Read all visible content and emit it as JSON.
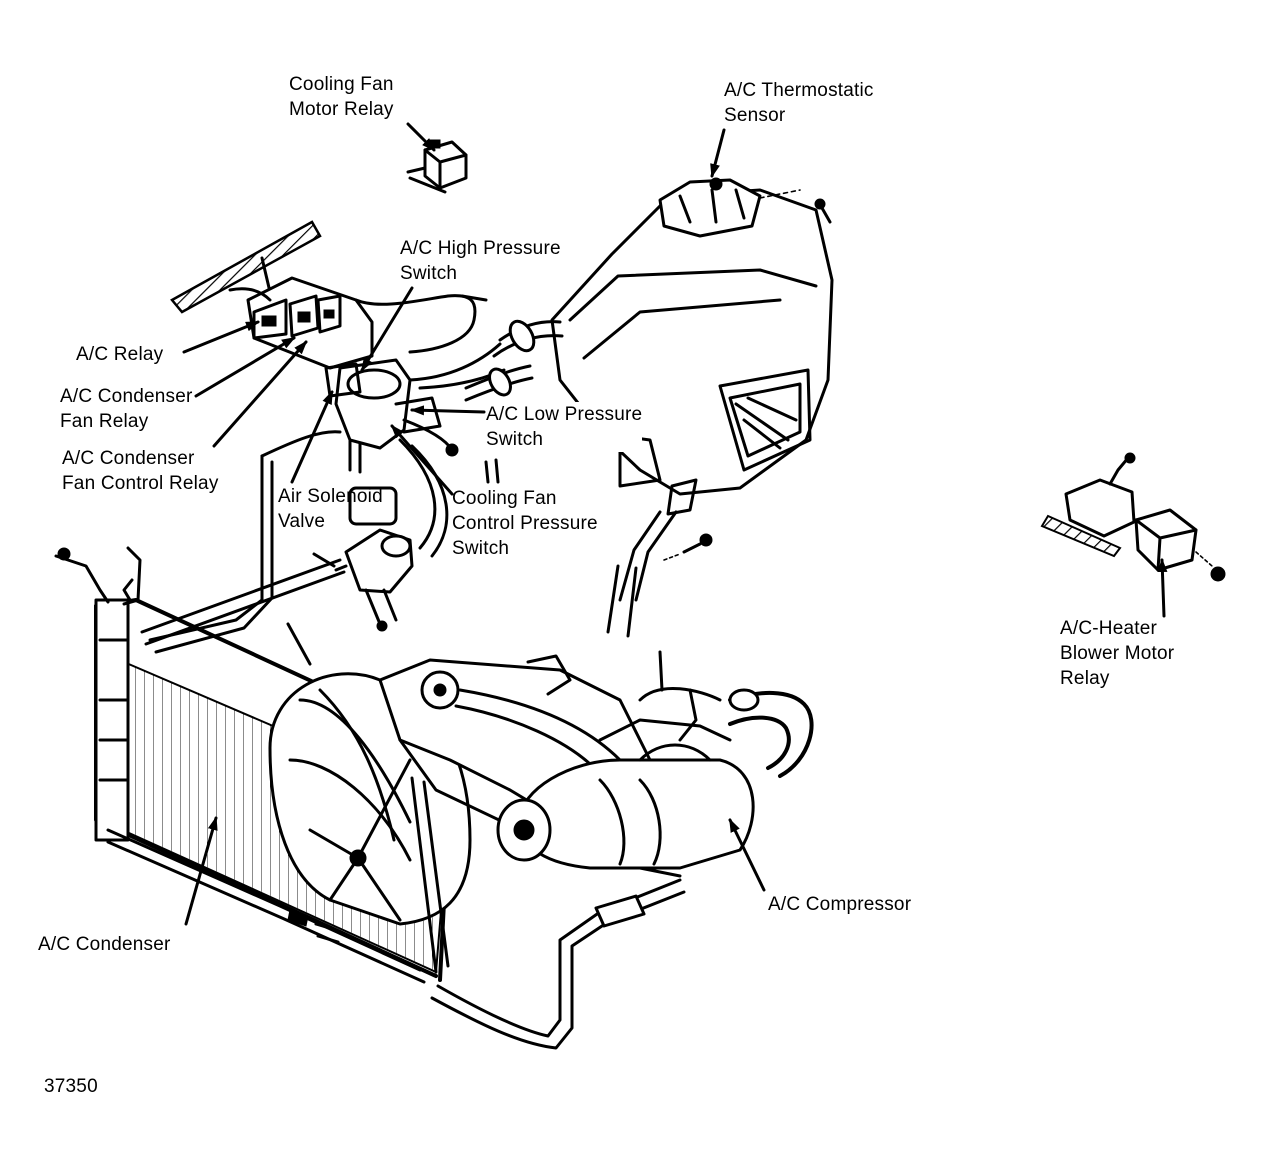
{
  "labels": {
    "cooling_fan_motor_relay": [
      "Cooling Fan",
      "Motor Relay"
    ],
    "ac_thermostatic_sensor": [
      "A/C Thermostatic",
      "Sensor"
    ],
    "ac_high_pressure_switch": [
      "A/C High Pressure",
      "Switch"
    ],
    "ac_relay": [
      "A/C Relay"
    ],
    "ac_condenser_fan_relay": [
      "A/C Condenser",
      "Fan Relay"
    ],
    "ac_condenser_fan_control_relay": [
      "A/C Condenser",
      "Fan Control Relay"
    ],
    "ac_low_pressure_switch": [
      "A/C Low Pressure",
      "Switch"
    ],
    "air_solenoid_valve": [
      "Air Solenoid",
      "Valve"
    ],
    "cooling_fan_control_pressure_switch": [
      "Cooling Fan",
      "Control Pressure",
      "Switch"
    ],
    "ac_heater_blower_motor_relay": [
      "A/C-Heater",
      "Blower Motor",
      "Relay"
    ],
    "ac_compressor": [
      "A/C Compressor"
    ],
    "ac_condenser": [
      "A/C Condenser"
    ]
  },
  "figure_number": "37350"
}
